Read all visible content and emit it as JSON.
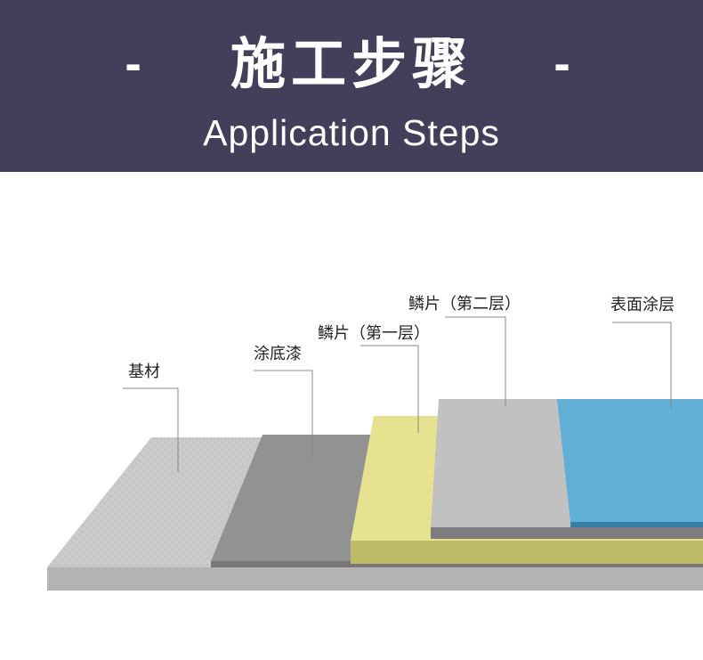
{
  "header": {
    "dash_left": "-",
    "dash_right": "-",
    "title_cn": "施工步骤",
    "title_en": "Application Steps"
  },
  "layers": {
    "substrate": "基材",
    "primer": "涂底漆",
    "flake1": "鳞片（第一层）",
    "flake2": "鳞片（第二层）",
    "topcoat": "表面涂层"
  },
  "colors": {
    "header_bg": "#433e5a",
    "substrate": "#c9c9cb",
    "primer": "#929292",
    "flake1": "#e7e28f",
    "flake2": "#c1c1c1",
    "topcoat": "#62afd6"
  }
}
